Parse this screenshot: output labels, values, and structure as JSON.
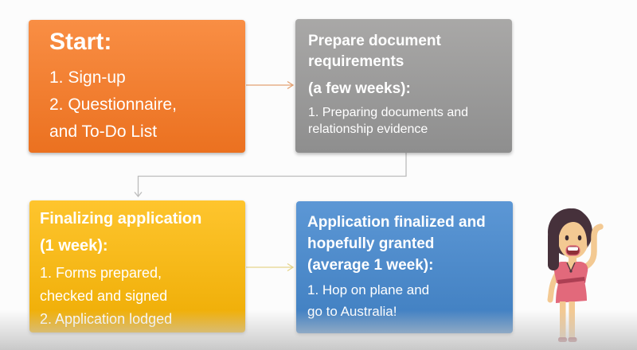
{
  "slide": {
    "background": "#fcfcfc",
    "floor_color": "#c9c9c9",
    "text_color": "#ffffff"
  },
  "boxes": {
    "start": {
      "title": "Start:",
      "lines": [
        "1. Sign-up",
        "2. Questionnaire,",
        "and To-Do List"
      ],
      "color_top": "#F98E44",
      "color_bottom": "#EB7120"
    },
    "prepare": {
      "title_lines": [
        "Prepare document",
        "requirements"
      ],
      "subtitle": "(a few weeks):",
      "lines": [
        "1. Preparing documents and",
        "relationship evidence"
      ],
      "color_top": "#A9A8A7",
      "color_bottom": "#8E8E8E"
    },
    "finalize": {
      "title": "Finalizing application",
      "subtitle": "(1 week):",
      "lines": [
        "1. Forms prepared,",
        "checked and signed",
        "2. Application lodged"
      ],
      "color_top": "#FEC52E",
      "color_bottom": "#EEAC03"
    },
    "granted": {
      "title_lines": [
        "Application finalized and",
        "hopefully granted"
      ],
      "subtitle": "(average 1 week):",
      "lines": [
        "1. Hop on plane and",
        "go to Australia!"
      ],
      "color_top": "#5C97D5",
      "color_bottom": "#3F7EC0"
    }
  },
  "connectors": {
    "start_to_prepare": {
      "color": "#E2A172"
    },
    "prepare_to_finalize": {
      "color": "#BCBCBC"
    },
    "finalize_to_granted": {
      "color": "#E5D48C"
    }
  },
  "character": {
    "hair": "#46313B",
    "skin": "#F3C992",
    "dress": "#E2697B",
    "belt": "#AC3F53",
    "shoes": "#A8494B",
    "mouth": "#8E2F38",
    "teeth": "#FFFFFF",
    "eyes": "#3A2B31",
    "necklace": "#503741"
  }
}
